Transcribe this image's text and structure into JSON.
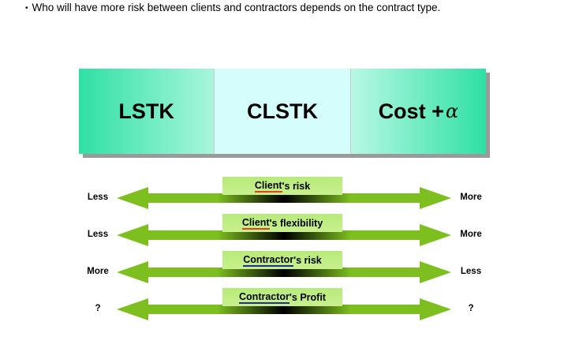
{
  "intro": {
    "bullet": "•",
    "text": "Who will have more risk between clients and contractors depends on the contract type."
  },
  "contracts": [
    {
      "label": "LSTK"
    },
    {
      "label": "CLSTK"
    },
    {
      "label": "Cost +",
      "symbol": "α"
    }
  ],
  "rows": [
    {
      "title_main": "Client",
      "title_rest": "'s risk",
      "left": "Less",
      "right": "More",
      "underline": "red"
    },
    {
      "title_main": "Client",
      "title_rest": "'s flexibility",
      "left": "Less",
      "right": "More",
      "underline": "red"
    },
    {
      "title_main": "Contractor",
      "title_rest": "'s risk",
      "left": "More",
      "right": "Less",
      "underline": "blue"
    },
    {
      "title_main": "Contractor",
      "title_rest": "'s Profit",
      "left": "?",
      "right": "?",
      "underline": "blue"
    }
  ],
  "colors": {
    "arrow_green": "#7cbf1e",
    "arrow_dark": "#000000",
    "title_bg": "#bdec80",
    "box_green": "#2fe0a4",
    "box_center": "#d4fdfb",
    "underline_red": "#e04020",
    "underline_blue": "#1f2f8f"
  }
}
